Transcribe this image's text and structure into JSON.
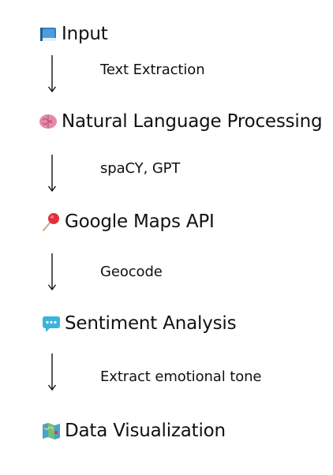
{
  "flow": {
    "stages": [
      {
        "icon": "book-icon",
        "label": "Input"
      },
      {
        "icon": "brain-icon",
        "label": "Natural Language Processing"
      },
      {
        "icon": "pushpin-icon",
        "label": "Google Maps API"
      },
      {
        "icon": "speech-bubble-icon",
        "label": "Sentiment Analysis"
      },
      {
        "icon": "map-icon",
        "label": "Data Visualization"
      }
    ],
    "steps": [
      {
        "label": "Text Extraction"
      },
      {
        "label": "spaCY, GPT"
      },
      {
        "label": "Geocode"
      },
      {
        "label": "Extract emotional tone"
      }
    ]
  },
  "colors": {
    "text": "#111111",
    "arrow": "#111111",
    "book": "#2f7fc4",
    "brain": "#e58aa8",
    "pin": "#e0303a",
    "bubble": "#3bb4d8",
    "map": "#4aa3c8"
  }
}
